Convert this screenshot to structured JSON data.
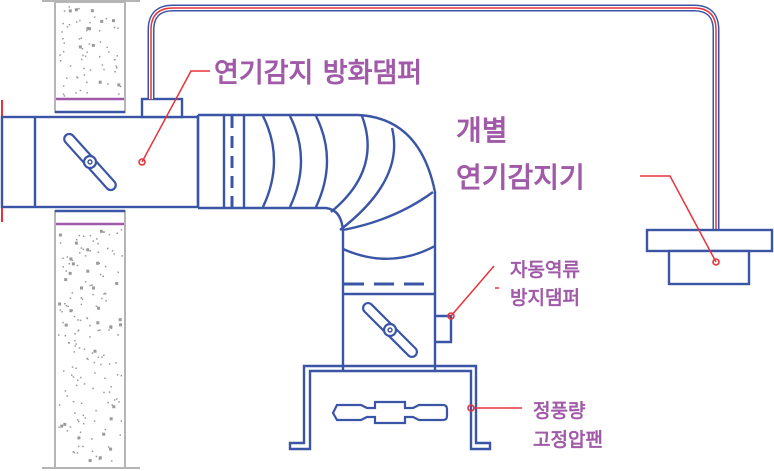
{
  "diagram": {
    "title": "Smoke-detector fire damper duct system",
    "labels": {
      "smoke_fire_damper": "연기감지 방화댐퍼",
      "individual_detector_line1": "개별",
      "individual_detector_line2": "연기감지기",
      "backflow_damper_line1": "자동역류",
      "backflow_damper_line2": "방지댐퍼",
      "fan_line1": "정풍량",
      "fan_line2": "고정압팬"
    },
    "colors": {
      "duct": "#3a55a6",
      "leader": "#e8333a",
      "label": "#a05aa8",
      "wall": "#b5b5b5",
      "background": "#ffffff"
    },
    "components": [
      {
        "id": "concrete-wall",
        "kind": "wall"
      },
      {
        "id": "smoke-fire-damper",
        "kind": "damper"
      },
      {
        "id": "flexible-elbow-duct",
        "kind": "duct"
      },
      {
        "id": "backflow-prevention-damper",
        "kind": "damper"
      },
      {
        "id": "constant-airflow-fan",
        "kind": "fan"
      },
      {
        "id": "individual-smoke-detector",
        "kind": "sensor"
      },
      {
        "id": "signal-cable",
        "kind": "cable"
      }
    ]
  }
}
